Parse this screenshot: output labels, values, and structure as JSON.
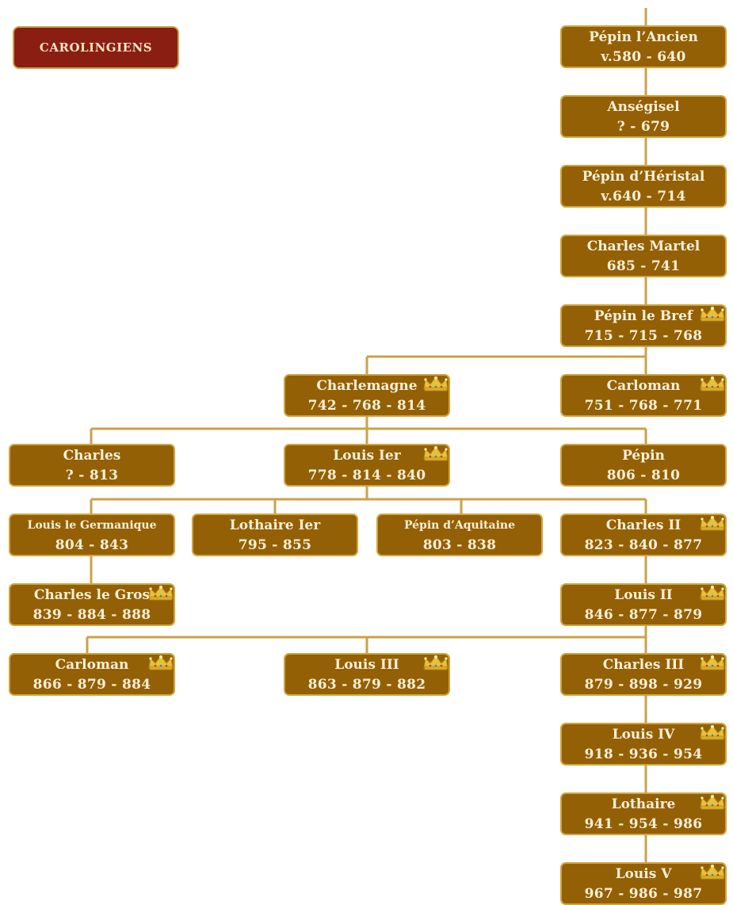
{
  "title": "CAROLINGIENS",
  "people": {
    "pepin_ancien": {
      "name": "Pépin l’Ancien",
      "dates": "v.580 - 640",
      "crown": false
    },
    "ansegisel": {
      "name": "Anségisel",
      "dates": "? - 679",
      "crown": false
    },
    "pepin_heristal": {
      "name": "Pépin d’Héristal",
      "dates": "v.640 - 714",
      "crown": false
    },
    "charles_martel": {
      "name": "Charles Martel",
      "dates": "685 - 741",
      "crown": false
    },
    "pepin_bref": {
      "name": "Pépin le Bref",
      "dates": "715 - 715 - 768",
      "crown": true
    },
    "charlemagne": {
      "name": "Charlemagne",
      "dates": "742 - 768 - 814",
      "crown": true
    },
    "carloman_1": {
      "name": "Carloman",
      "dates": "751 - 768 - 771",
      "crown": true
    },
    "charles": {
      "name": "Charles",
      "dates": "? - 813",
      "crown": false
    },
    "louis_1": {
      "name": "Louis Ier",
      "dates": "778 - 814 - 840",
      "crown": true
    },
    "pepin": {
      "name": "Pépin",
      "dates": "806 - 810",
      "crown": false
    },
    "louis_germanique": {
      "name": "Louis le Germanique",
      "dates": "804 - 843",
      "crown": false
    },
    "lothaire_1": {
      "name": "Lothaire Ier",
      "dates": "795 - 855",
      "crown": false
    },
    "pepin_aquitaine": {
      "name": "Pépin d’Aquitaine",
      "dates": "803 - 838",
      "crown": false
    },
    "charles_2": {
      "name": "Charles II",
      "dates": "823 - 840 - 877",
      "crown": true
    },
    "charles_gros": {
      "name": "Charles le Gros",
      "dates": "839 - 884 - 888",
      "crown": true
    },
    "louis_2": {
      "name": "Louis II",
      "dates": "846 - 877 - 879",
      "crown": true
    },
    "carloman_2": {
      "name": "Carloman",
      "dates": "866 - 879 - 884",
      "crown": true
    },
    "louis_3": {
      "name": "Louis III",
      "dates": "863 - 879 - 882",
      "crown": true
    },
    "charles_3": {
      "name": "Charles III",
      "dates": "879 - 898 - 929",
      "crown": true
    },
    "louis_4": {
      "name": "Louis IV",
      "dates": "918 - 936 - 954",
      "crown": true
    },
    "lothaire": {
      "name": "Lothaire",
      "dates": "941 - 954 - 986",
      "crown": true
    },
    "louis_5": {
      "name": "Louis V",
      "dates": "967 - 986 - 987",
      "crown": true
    }
  },
  "colors": {
    "box_fill": "#946006",
    "box_border": "#d1a53e",
    "line": "#c9a24a",
    "title_fill": "#8a1e12",
    "crown": "#e8c13a"
  }
}
